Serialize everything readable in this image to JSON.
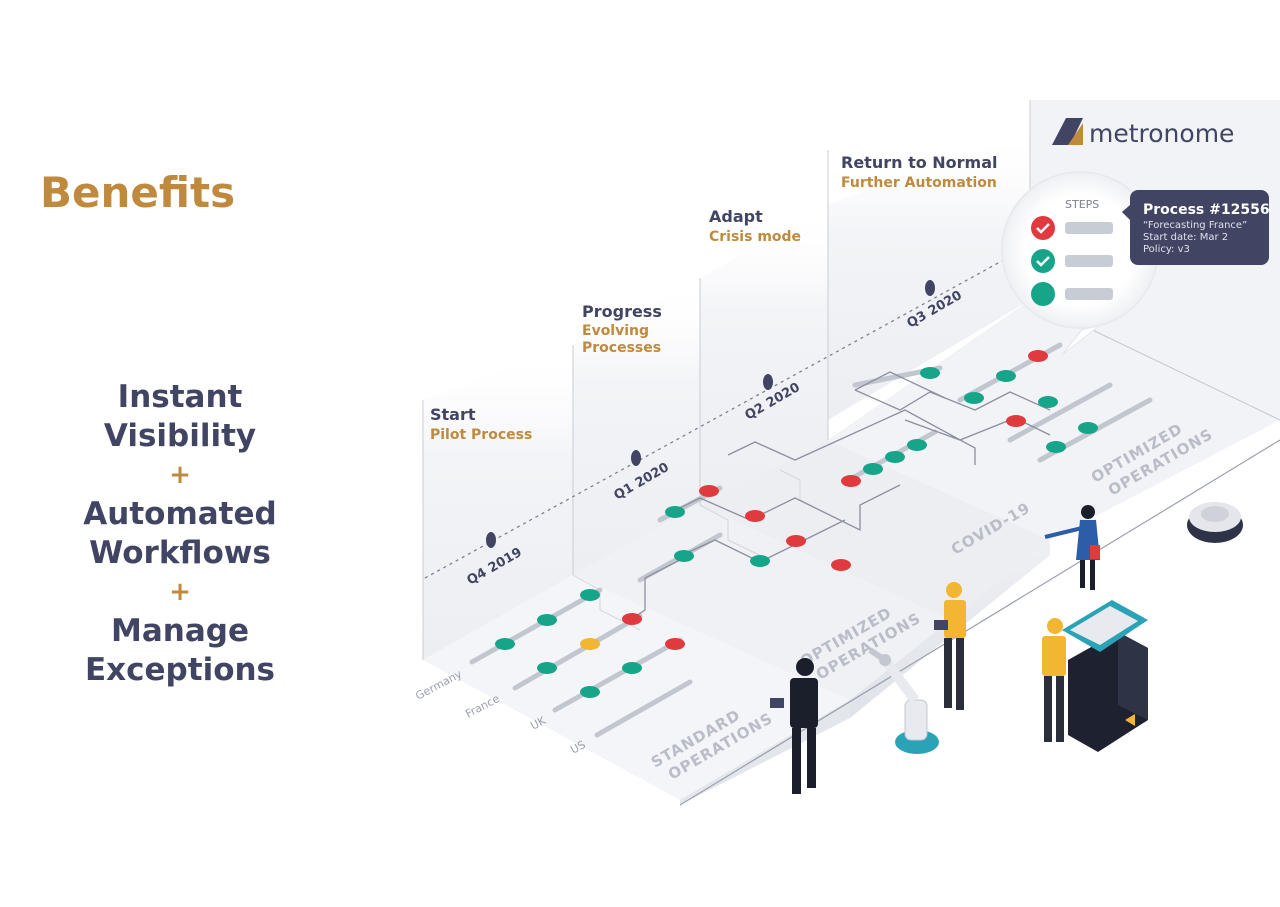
{
  "heading": "Benefits",
  "benefits": {
    "line1": "Instant",
    "line2": "Visibility",
    "plus1": "+",
    "line3": "Automated",
    "line4": "Workflows",
    "plus2": "+",
    "line5": "Manage",
    "line6": "Exceptions"
  },
  "logo": {
    "text": "metronome"
  },
  "phases": [
    {
      "title": "Start",
      "subtitle": "Pilot Process",
      "subtitle2": ""
    },
    {
      "title": "Progress",
      "subtitle": "Evolving",
      "subtitle2": "Processes"
    },
    {
      "title": "Adapt",
      "subtitle": "Crisis mode",
      "subtitle2": ""
    },
    {
      "title": "Return to Normal",
      "subtitle": "Further Automation",
      "subtitle2": ""
    }
  ],
  "quarters": [
    "Q4 2019",
    "Q1 2020",
    "Q2 2020",
    "Q3 2020"
  ],
  "countries": [
    "Germany",
    "France",
    "UK",
    "US"
  ],
  "regions": {
    "standard_line1": "STANDARD",
    "standard_line2": "OPERATIONS",
    "optimized_line1": "OPTIMIZED",
    "optimized_line2": "OPERATIONS",
    "covid": "COVID-19",
    "optimized2_line1": "OPTIMIZED",
    "optimized2_line2": "OPERATIONS"
  },
  "steps": {
    "label": "STEPS"
  },
  "process_card": {
    "title": "Process #12556",
    "name": "“Forecasting France”",
    "start": "Start date: Mar 2",
    "policy": "Policy: v3"
  },
  "colors": {
    "accent": "#c08a3e",
    "navy": "#414563",
    "teal": "#17a58a",
    "red": "#e0393e",
    "yellow": "#f2b632"
  }
}
